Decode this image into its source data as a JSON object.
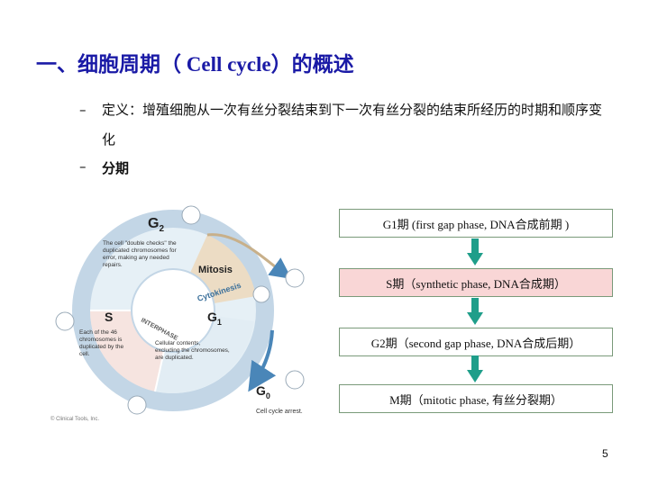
{
  "slide": {
    "title_prefix": "一、细胞周期（",
    "title_latin": " Cell cycle",
    "title_suffix": "）的概述",
    "bullets": [
      {
        "dash": "–",
        "text": "定义：增殖细胞从一次有丝分裂结束到下一次有丝分裂的结束所经历的时期和顺序变化"
      },
      {
        "dash": "–",
        "text": "分期"
      }
    ],
    "page_number": "5"
  },
  "diagram": {
    "labels": {
      "g2": "G",
      "g2_sub": "2",
      "g2_desc_1": "The cell \"double checks\" the",
      "g2_desc_2": "duplicated chromosomes for",
      "g2_desc_3": "error, making any needed",
      "g2_desc_4": "repairs.",
      "mitosis": "Mitosis",
      "cytokinesis": "Cytokinesis",
      "s": "S",
      "s_desc_1": "Each of the 46",
      "s_desc_2": "chromosomes is",
      "s_desc_3": "duplicated by the",
      "s_desc_4": "cell.",
      "interphase": "INTERPHASE",
      "g1": "G",
      "g1_sub": "1",
      "g1_desc_1": "Cellular contents,",
      "g1_desc_2": "excluding the chromosomes,",
      "g1_desc_3": "are duplicated.",
      "g0": "G",
      "g0_sub": "0",
      "g0_desc": "Cell cycle arrest.",
      "copyright": "© Clinical Tools, Inc."
    },
    "colors": {
      "ring": "#c3d6e6",
      "g2_fill": "#e6f0f6",
      "s_fill": "#f6e4e0",
      "g1_fill": "#e2edf4",
      "mitosis_fill": "#ecdcc4",
      "outer_arrow": "#4a86b8"
    }
  },
  "flow": {
    "boxes": [
      {
        "text": "G1期 (first gap phase, DNA合成前期 )"
      },
      {
        "text": "S期（synthetic phase, DNA合成期）"
      },
      {
        "text": "G2期（second gap phase, DNA合成后期）"
      },
      {
        "text": "M期（mitotic phase, 有丝分裂期）"
      }
    ],
    "arrow_color": "#1f9e8a"
  }
}
